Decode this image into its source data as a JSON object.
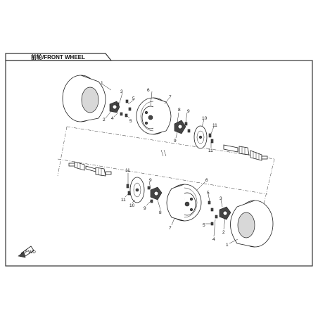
{
  "page": {
    "title": "前轮/FRONT WHEEL"
  },
  "callouts": [
    {
      "id": "c1a",
      "label": "1"
    },
    {
      "id": "c2a",
      "label": "2"
    },
    {
      "id": "c3a",
      "label": "3"
    },
    {
      "id": "c4a",
      "label": "4"
    },
    {
      "id": "c5a",
      "label": "5"
    },
    {
      "id": "c5b",
      "label": "5"
    },
    {
      "id": "c6a",
      "label": "6"
    },
    {
      "id": "c7a",
      "label": "7"
    },
    {
      "id": "c8a",
      "label": "8"
    },
    {
      "id": "c9a",
      "label": "9"
    },
    {
      "id": "c9b",
      "label": "9"
    },
    {
      "id": "c10a",
      "label": "10"
    },
    {
      "id": "c11a",
      "label": "11"
    },
    {
      "id": "c11b",
      "label": "11"
    },
    {
      "id": "c11c",
      "label": "11"
    },
    {
      "id": "c11d",
      "label": "11"
    },
    {
      "id": "c10b",
      "label": "10"
    },
    {
      "id": "c9c",
      "label": "9"
    },
    {
      "id": "c9d",
      "label": "9"
    },
    {
      "id": "c8b",
      "label": "8"
    },
    {
      "id": "c6b",
      "label": "6"
    },
    {
      "id": "c7b",
      "label": "7"
    },
    {
      "id": "c5c",
      "label": "5"
    },
    {
      "id": "c5d",
      "label": "5"
    },
    {
      "id": "c3b",
      "label": "3"
    },
    {
      "id": "c4b",
      "label": "4"
    },
    {
      "id": "c2b",
      "label": "2"
    },
    {
      "id": "c1b",
      "label": "1"
    }
  ],
  "icons": {
    "front_arrow": "front-direction-arrow-icon",
    "front_arrow_text": "FWD"
  }
}
